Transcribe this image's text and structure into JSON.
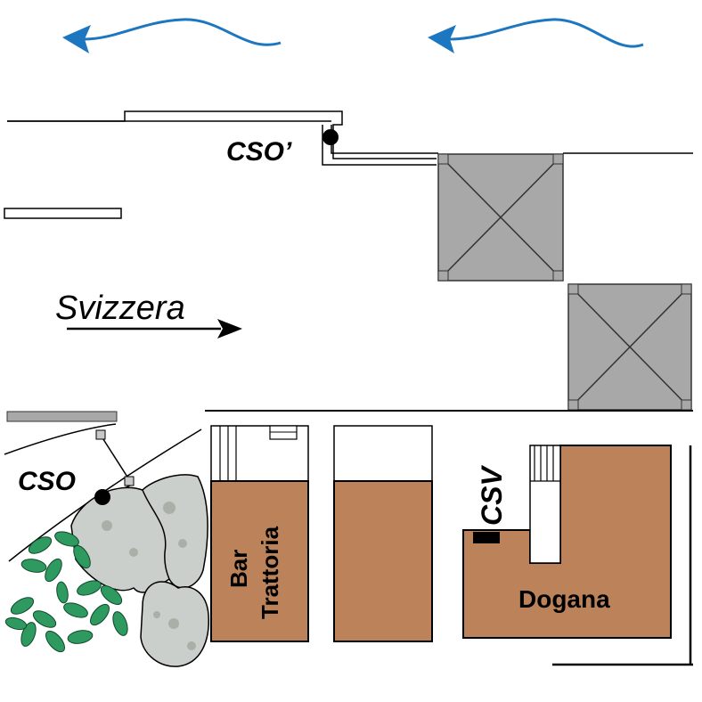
{
  "labels": {
    "station_top": "CSO’",
    "station_left": "CSO",
    "station_right": "CSV",
    "direction": "Svizzera",
    "building_bar_line1": "Bar",
    "building_bar_line2": "Trattoria",
    "building_dogana": "Dogana"
  },
  "colors": {
    "building_fill": "#bc825a",
    "canopy_fill": "#a8a8a8",
    "flow_arrow": "#1d76c0",
    "rock_fill": "#cbcfcb",
    "foliage_fill": "#2f9a5f",
    "station_marker": "#000000",
    "line_color": "#000000"
  },
  "icons": {
    "flow_arrows": "wavy-arrow-left-icon",
    "direction_arrow": "arrow-right-icon",
    "station_marker": "filled-circle-icon"
  }
}
